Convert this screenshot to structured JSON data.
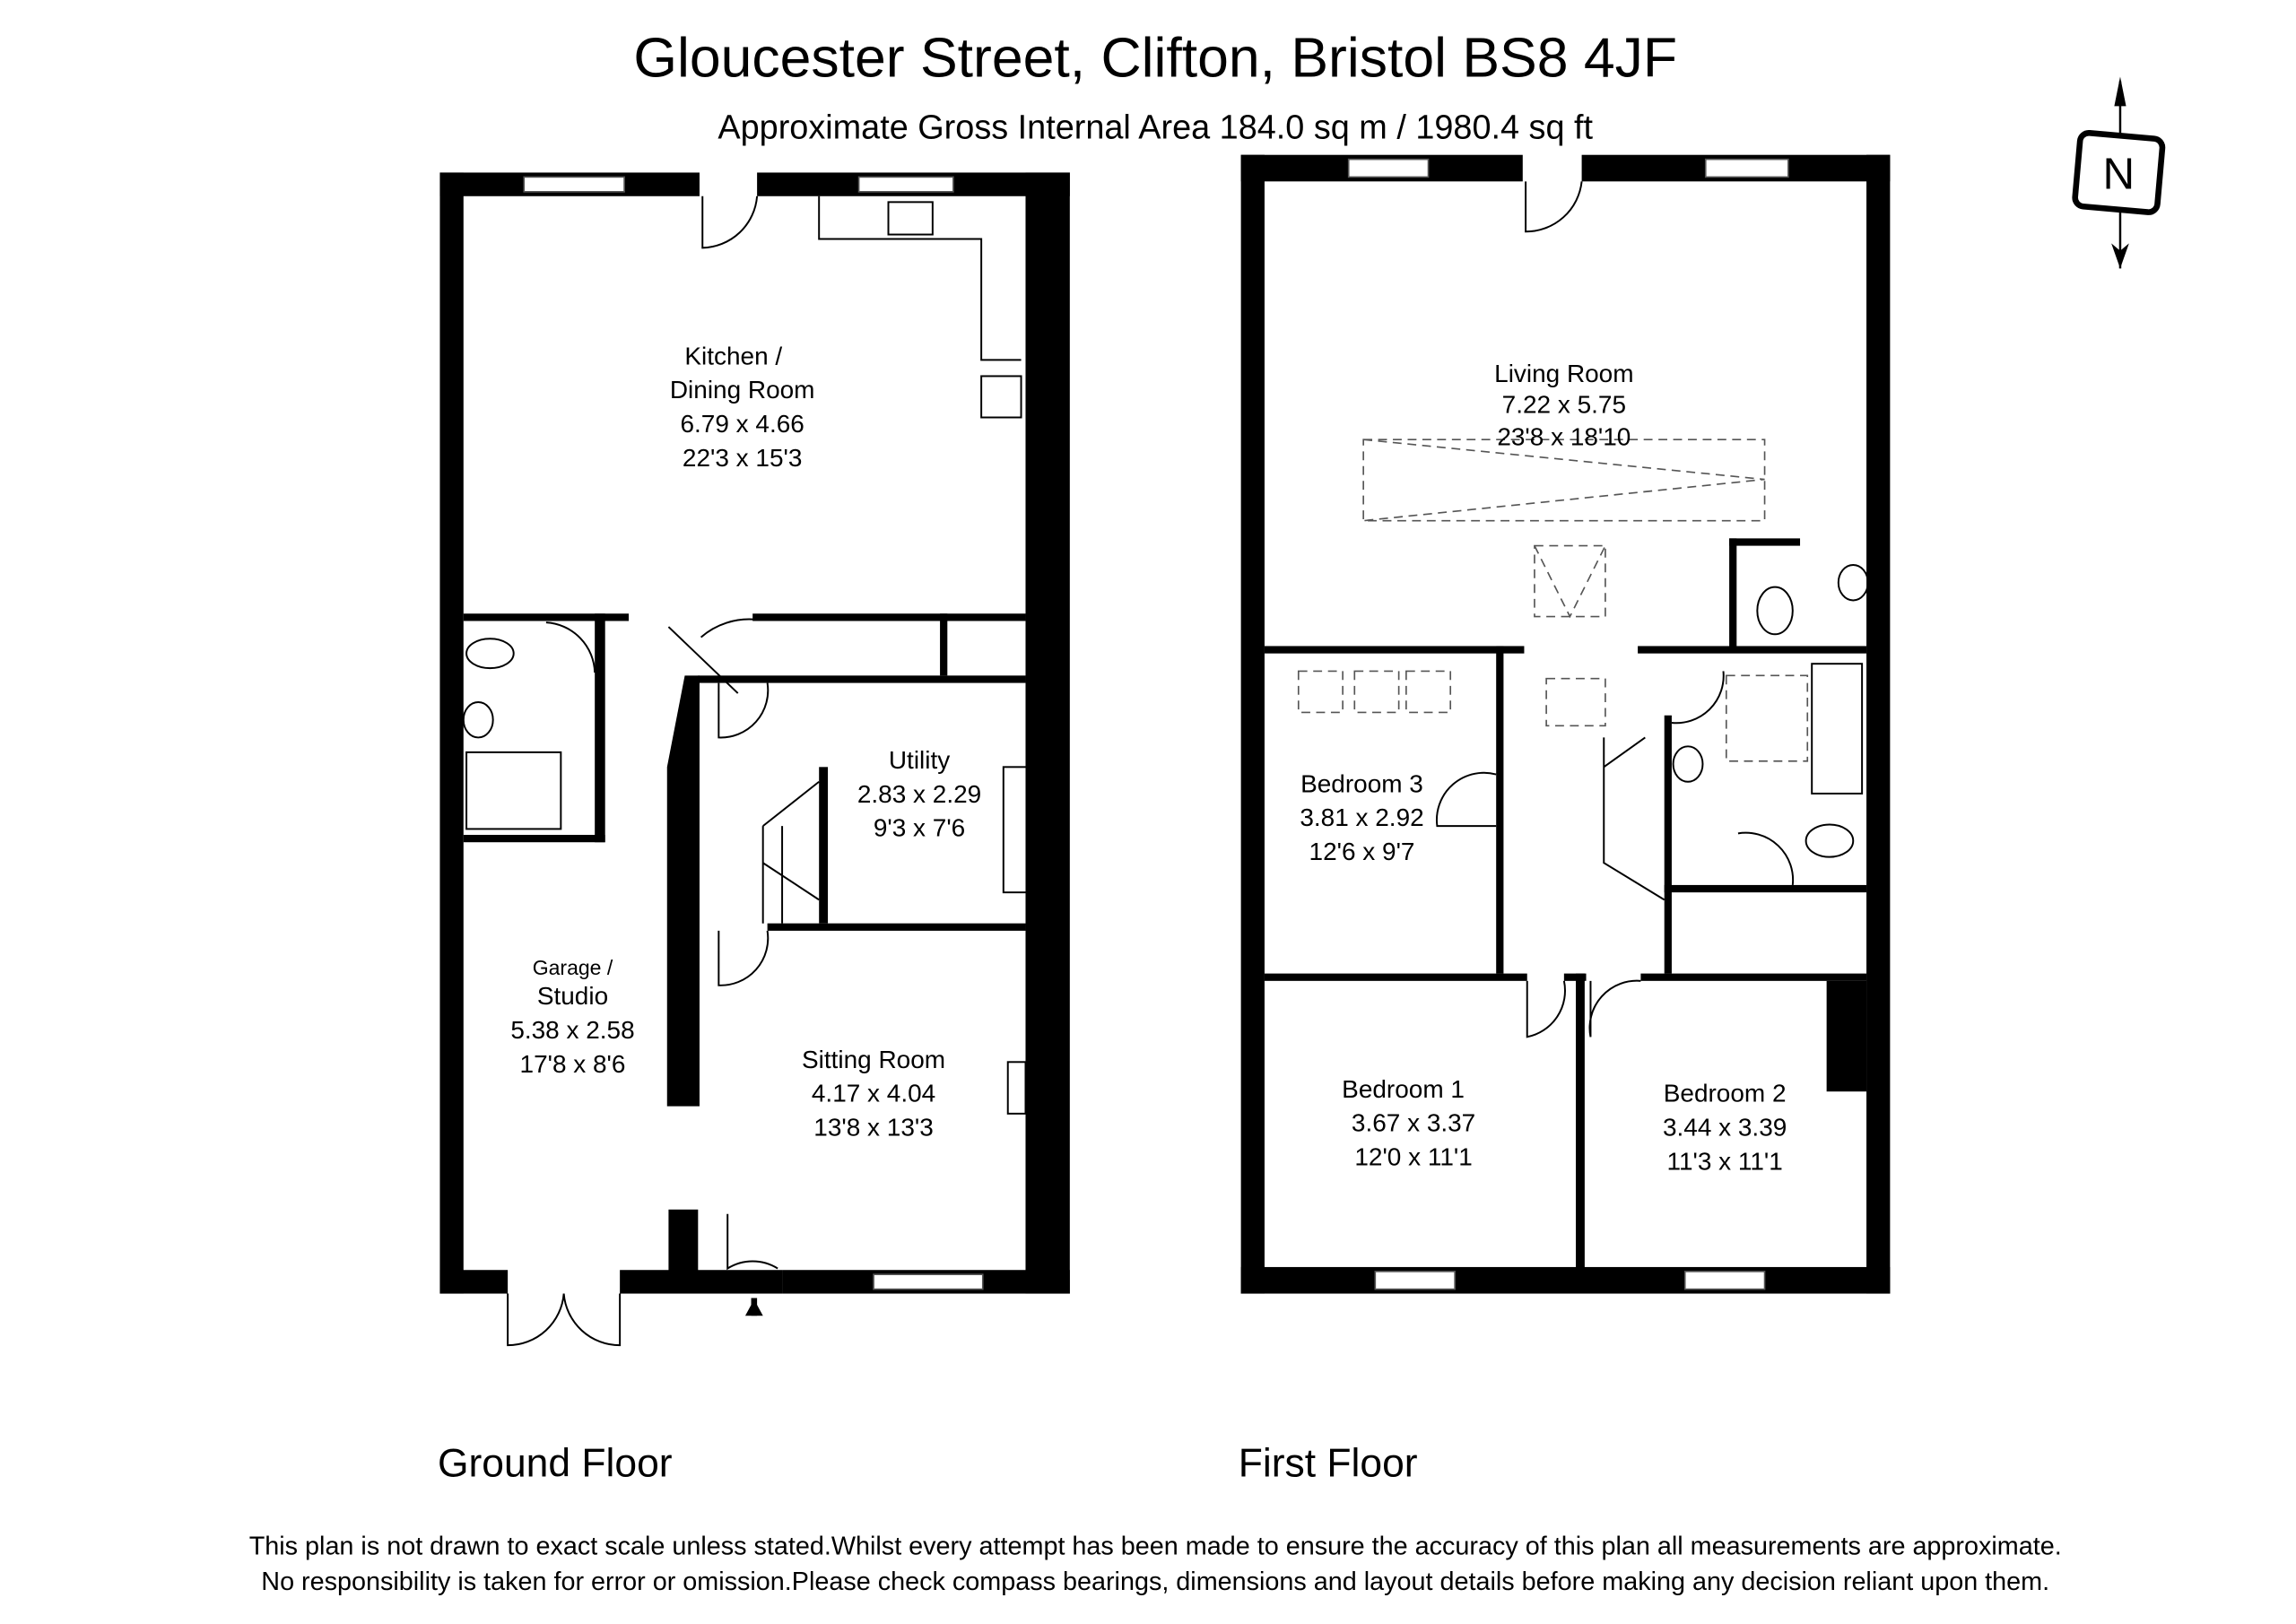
{
  "header": {
    "title": "Gloucester Street, Clifton, Bristol BS8 4JF",
    "subtitle": "Approximate Gross Internal Area 184.0 sq m / 1980.4 sq ft"
  },
  "compass": {
    "label": "N",
    "icon": "north-arrow-icon"
  },
  "ground_floor": {
    "label": "Ground Floor",
    "rooms": [
      {
        "name_line1": "Kitchen /",
        "name_line2": "Dining Room",
        "metric": "6.79 x 4.66",
        "imperial": "22'3 x 15'3"
      },
      {
        "name": "Utility",
        "metric": "2.83 x 2.29",
        "imperial": "9'3 x 7'6"
      },
      {
        "name_line1": "Garage /",
        "name_line2": "Studio",
        "metric": "5.38 x 2.58",
        "imperial": "17'8 x 8'6"
      },
      {
        "name": "Sitting Room",
        "metric": "4.17 x 4.04",
        "imperial": "13'8 x 13'3"
      }
    ]
  },
  "first_floor": {
    "label": "First Floor",
    "rooms": [
      {
        "name": "Living Room",
        "metric": "7.22 x 5.75",
        "imperial": "23'8 x 18'10"
      },
      {
        "name": "Bedroom 3",
        "metric": "3.81 x 2.92",
        "imperial": "12'6 x 9'7"
      },
      {
        "name": "Bedroom 1",
        "metric": "3.67 x 3.37",
        "imperial": "12'0 x 11'1"
      },
      {
        "name": "Bedroom 2",
        "metric": "3.44 x 3.39",
        "imperial": "11'3 x 11'1"
      }
    ]
  },
  "disclaimer": {
    "line1": "This plan is not drawn to exact scale unless stated.Whilst every attempt has been made to ensure the accuracy of this plan all measurements are approximate.",
    "line2": "No responsibility is taken for error or omission.Please check compass bearings, dimensions and layout details before making any decision reliant upon them."
  }
}
